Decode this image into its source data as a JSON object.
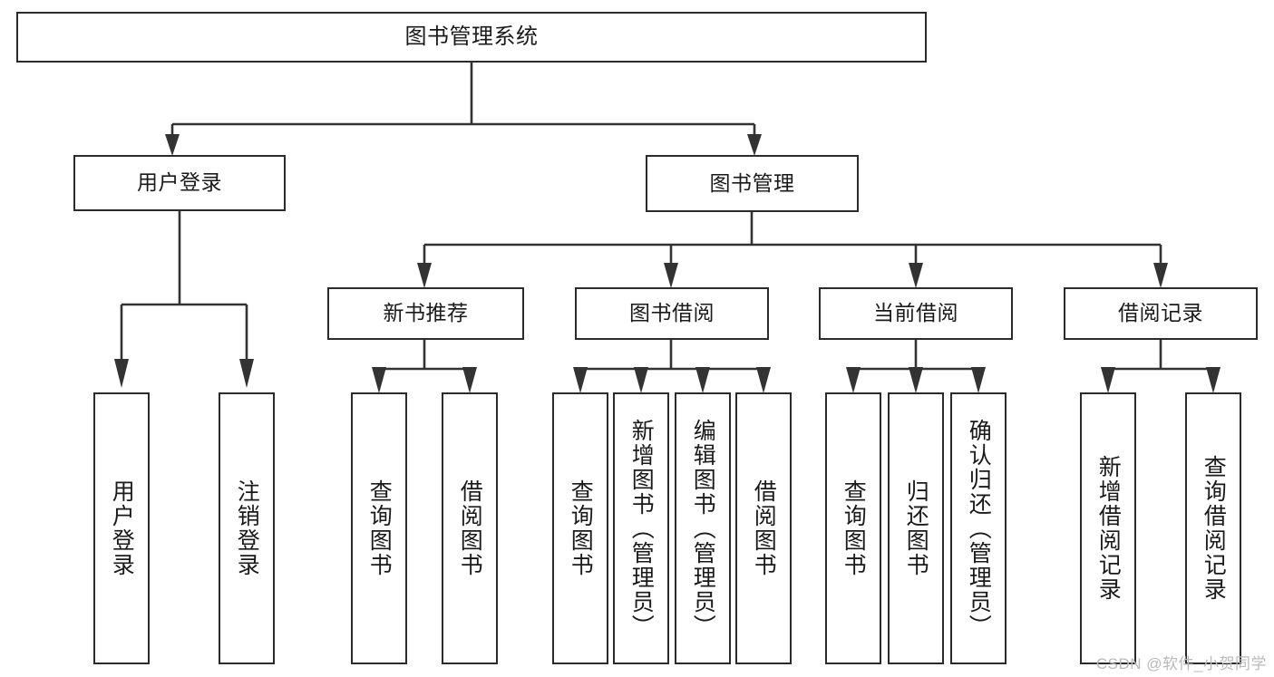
{
  "diagram": {
    "title": "图书管理系统",
    "type": "tree-hierarchy-chart",
    "colors": {
      "box_border": "#2b2b2b",
      "box_fill": "#ffffff",
      "connector": "#333333",
      "text": "#1a1a1a",
      "watermark": "#b9b9b9"
    }
  },
  "root": {
    "label": "图书管理系统"
  },
  "level2": [
    {
      "label": "用户登录"
    },
    {
      "label": "图书管理"
    }
  ],
  "level3": [
    {
      "label": "新书推荐"
    },
    {
      "label": "图书借阅"
    },
    {
      "label": "当前借阅"
    },
    {
      "label": "借阅记录"
    }
  ],
  "leaves": {
    "user_login": [
      {
        "label": "用户登录"
      },
      {
        "label": "注销登录"
      }
    ],
    "new_book_recommend": [
      {
        "label": "查询图书"
      },
      {
        "label": "借阅图书"
      }
    ],
    "book_borrow": [
      {
        "label": "查询图书"
      },
      {
        "label": "新增图书（管理员）"
      },
      {
        "label": "编辑图书（管理员）"
      },
      {
        "label": "借阅图书"
      }
    ],
    "current_borrow": [
      {
        "label": "查询图书"
      },
      {
        "label": "归还图书"
      },
      {
        "label": "确认归还（管理员）"
      }
    ],
    "borrow_record": [
      {
        "label": "新增借阅记录"
      },
      {
        "label": "查询借阅记录"
      }
    ]
  },
  "watermark": {
    "text": "CSDN @软件_小贺同学"
  }
}
